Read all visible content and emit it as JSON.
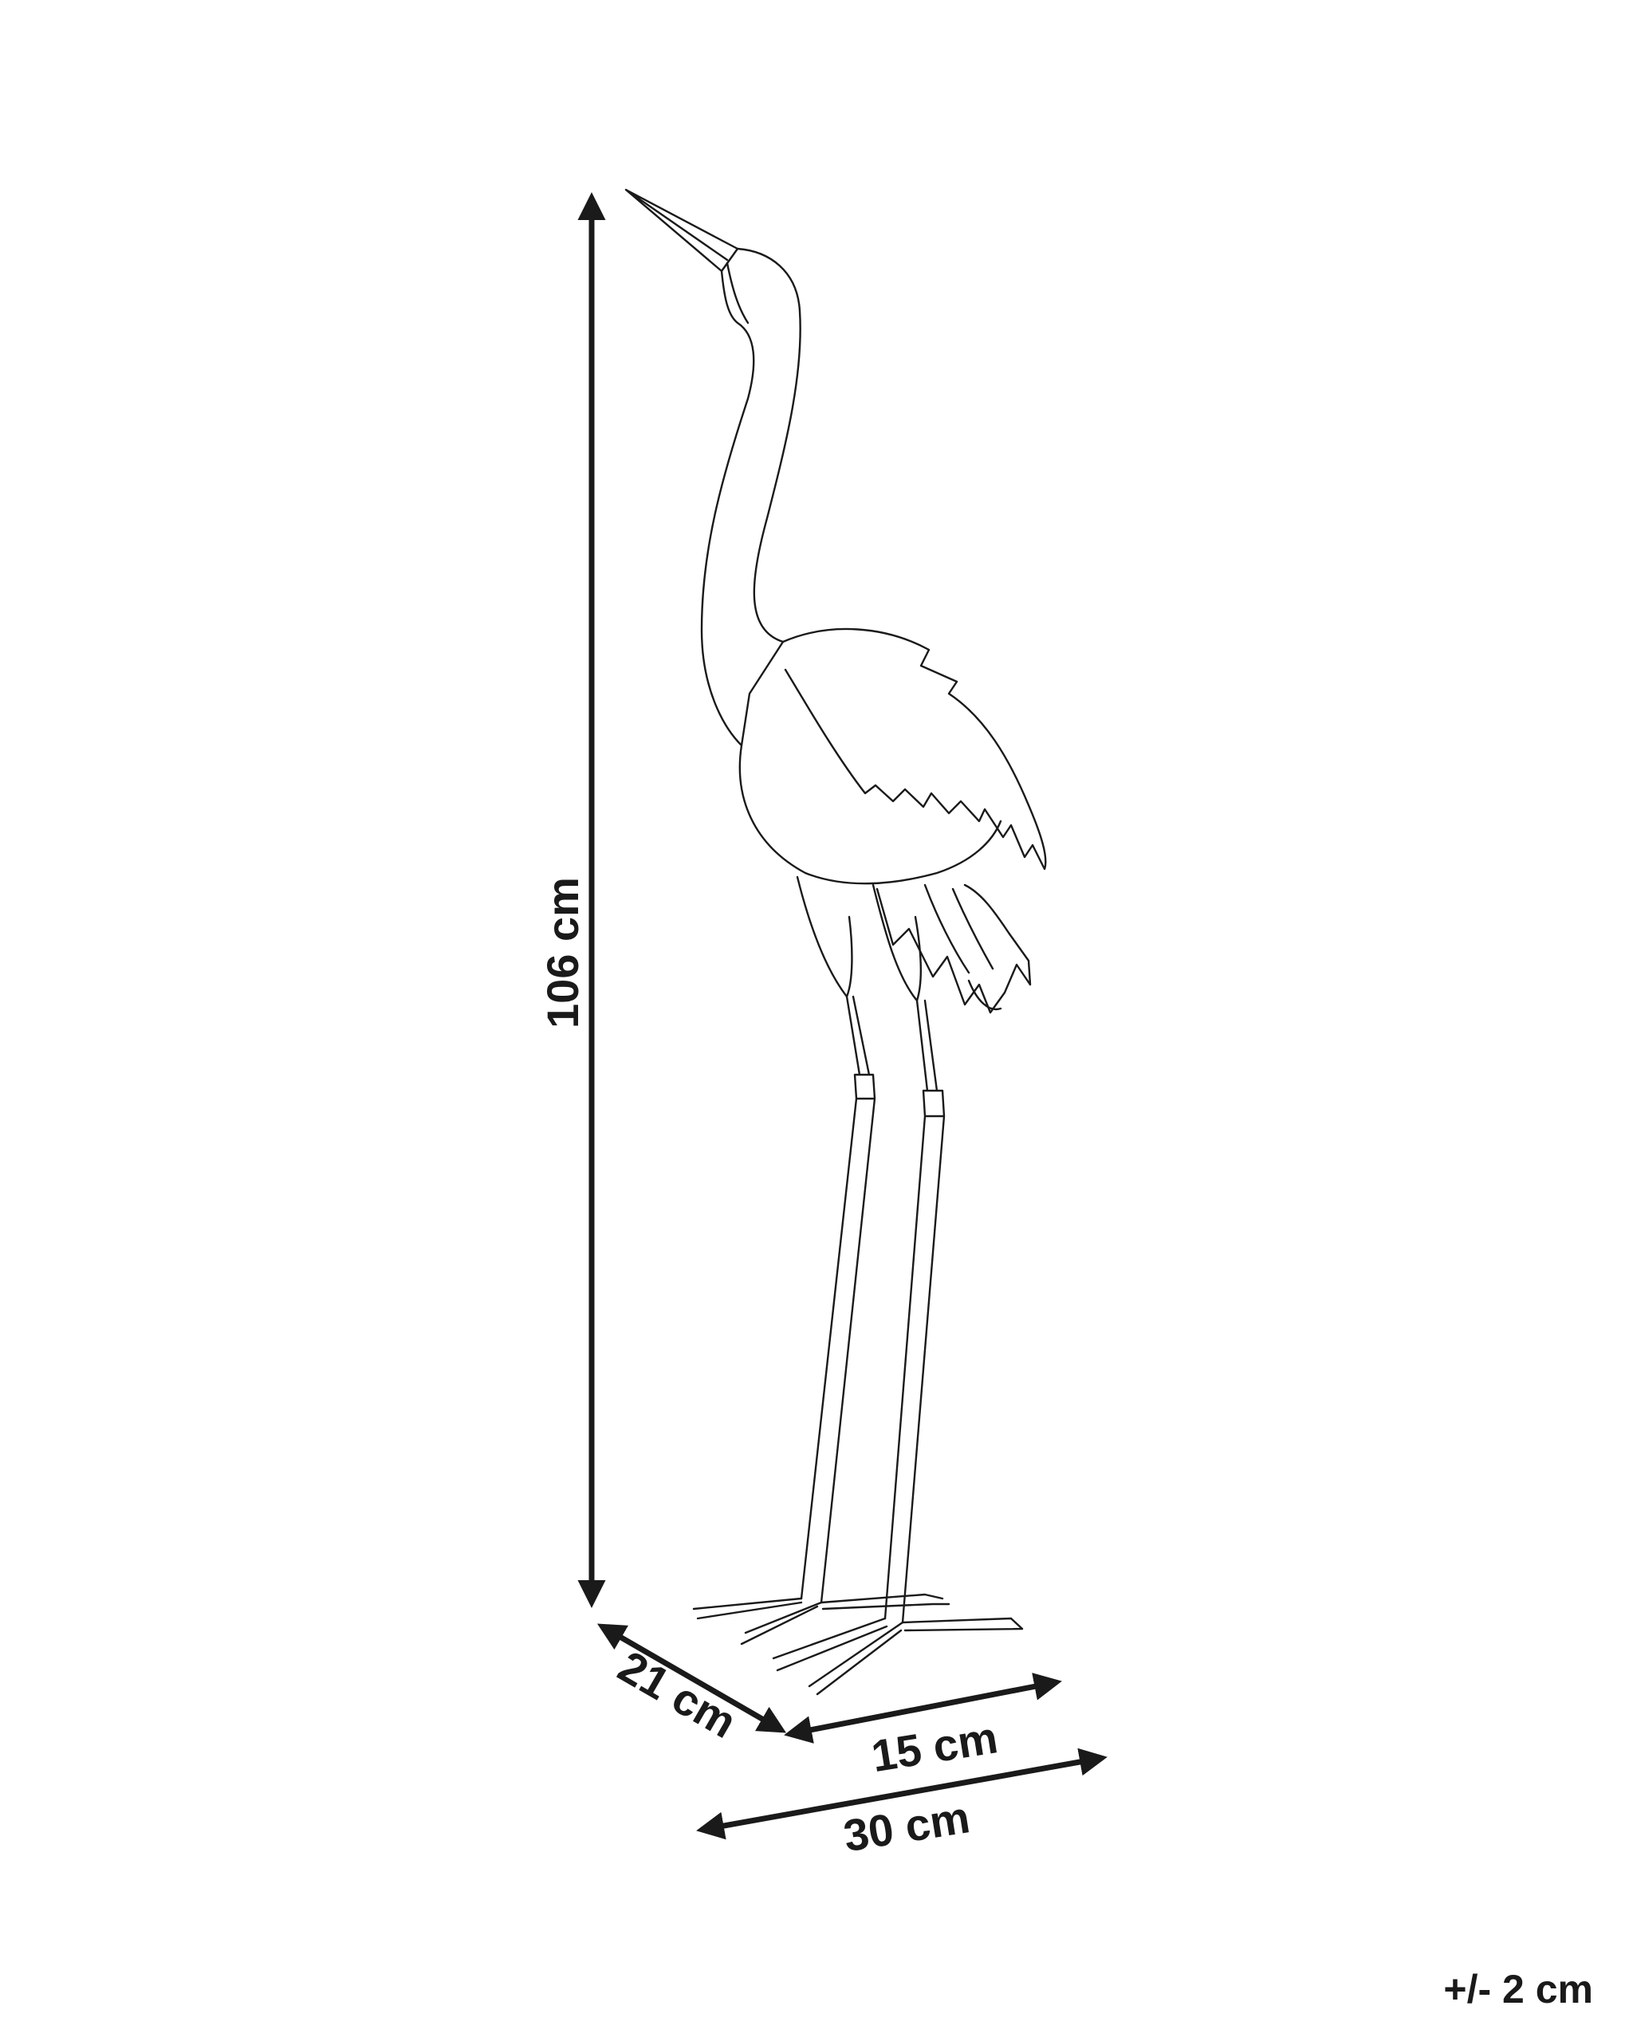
{
  "dimensions": {
    "height": "106 cm",
    "depth": "21 cm",
    "base_width": "15 cm",
    "width": "30 cm",
    "tolerance": "+/- 2 cm"
  },
  "colors": {
    "line": "#1a1a1a",
    "background": "#ffffff"
  }
}
